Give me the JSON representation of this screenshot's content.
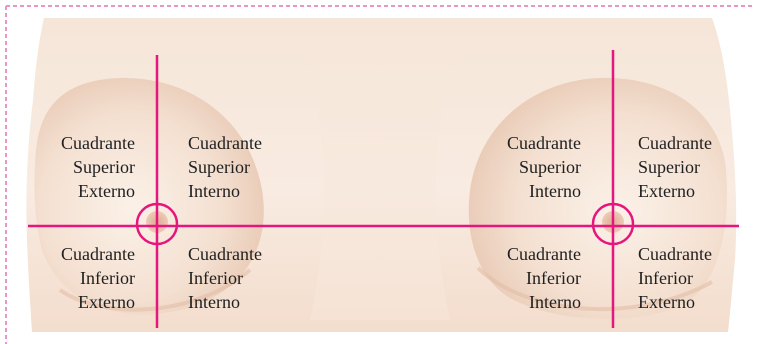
{
  "quadrants": {
    "left_upper_outer": {
      "l1": "Cuadrante",
      "l2": "Superior",
      "l3": "Externo"
    },
    "left_upper_inner": {
      "l1": "Cuadrante",
      "l2": "Superior",
      "l3": "Interno"
    },
    "left_lower_outer": {
      "l1": "Cuadrante",
      "l2": "Inferior",
      "l3": "Externo"
    },
    "left_lower_inner": {
      "l1": "Cuadrante",
      "l2": "Inferior",
      "l3": "Interno"
    },
    "right_upper_inner": {
      "l1": "Cuadrante",
      "l2": "Superior",
      "l3": "Interno"
    },
    "right_upper_outer": {
      "l1": "Cuadrante",
      "l2": "Superior",
      "l3": "Externo"
    },
    "right_lower_inner": {
      "l1": "Cuadrante",
      "l2": "Inferior",
      "l3": "Interno"
    },
    "right_lower_outer": {
      "l1": "Cuadrante",
      "l2": "Inferior",
      "l3": "Externo"
    }
  },
  "colors": {
    "accent_magenta": "#e5177e",
    "frame_dash": "#e996c2",
    "skin_light": "#f9ede3",
    "skin_mid": "#f1d8c6",
    "skin_shadow": "#e2bea6",
    "areola": "#e7b9a2"
  }
}
